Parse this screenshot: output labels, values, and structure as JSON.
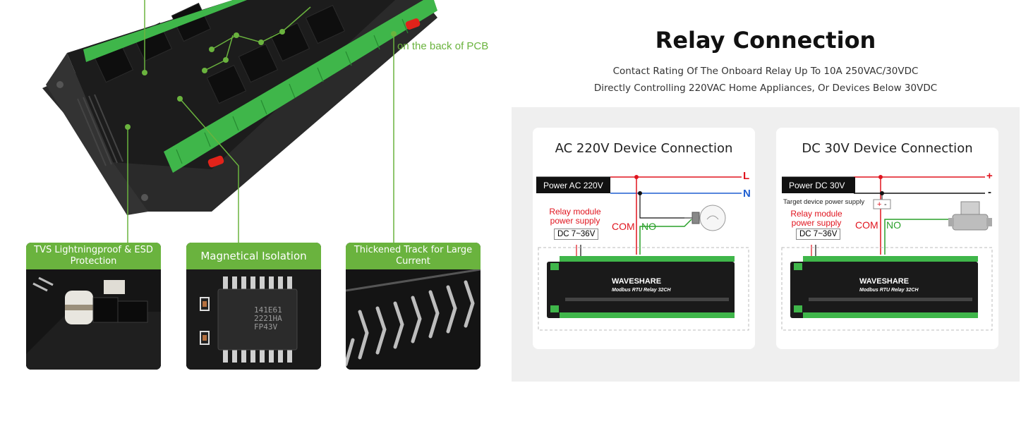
{
  "left": {
    "back_pcb_label": "on the back of PCB",
    "features": [
      {
        "label": "TVS Lightningproof & ESD Protection"
      },
      {
        "label": "Magnetical Isolation",
        "chip_text": [
          "141E61",
          "2221HA",
          "FP43V"
        ]
      },
      {
        "label": "Thickened Track for Large Current"
      }
    ],
    "colors": {
      "accent": "#6ab33e",
      "board": "#1c1c1c",
      "terminal": "#3fb64a",
      "din_clip": "#e2231a"
    }
  },
  "right": {
    "title": "Relay Connection",
    "subtitle_lines": [
      "Contact Rating Of The Onboard Relay Up To 10A 250VAC/30VDC",
      "Directly Controlling 220VAC Home Appliances, Or Devices Below 30VDC"
    ],
    "diagrams": [
      {
        "title": "AC 220V Device Connection",
        "power_label": "Power AC 220V",
        "line1": "L",
        "line2": "N",
        "module_supply": "Relay module power supply",
        "dc_label": "DC 7~36V",
        "com": "COM",
        "no": "NO",
        "load_icon": "light-bulb-icon"
      },
      {
        "title": "DC 30V Device Connection",
        "power_label": "Power DC 30V",
        "line1": "+",
        "line2": "-",
        "target_supply": "Target device power supply",
        "module_supply": "Relay module power supply",
        "dc_label": "DC 7~36V",
        "com": "COM",
        "no": "NO",
        "load_icon": "solenoid-valve-icon"
      }
    ],
    "module": {
      "brand": "WAVESHARE",
      "model": "Modbus RTU Relay 32CH"
    },
    "colors": {
      "live": "#e0141e",
      "neutral": "#1f5fd1",
      "no_wire": "#2aa02a",
      "panel": "#efefef"
    }
  }
}
